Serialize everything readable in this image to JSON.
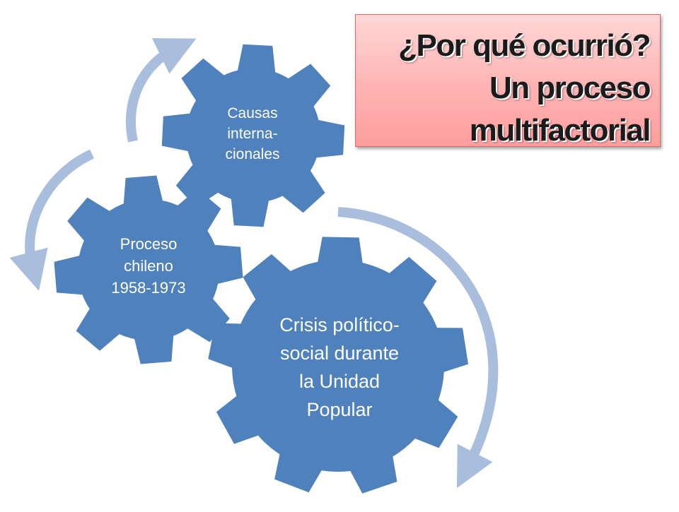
{
  "title": {
    "line1": "¿Por qué ocurrió?",
    "line2": "Un proceso",
    "line3": "multifactorial"
  },
  "gears": {
    "causas": "Causas\ninterna-\ncionales",
    "proceso": "Proceso\nchileno\n1958-1973",
    "crisis": "Crisis político-\nsocial durante\nla Unidad\nPopular"
  },
  "colors": {
    "gear": "#4f81bd",
    "arrow": "#a9bedd",
    "title_box": "#ffb3b3",
    "title_text": "#1b1b1b"
  }
}
